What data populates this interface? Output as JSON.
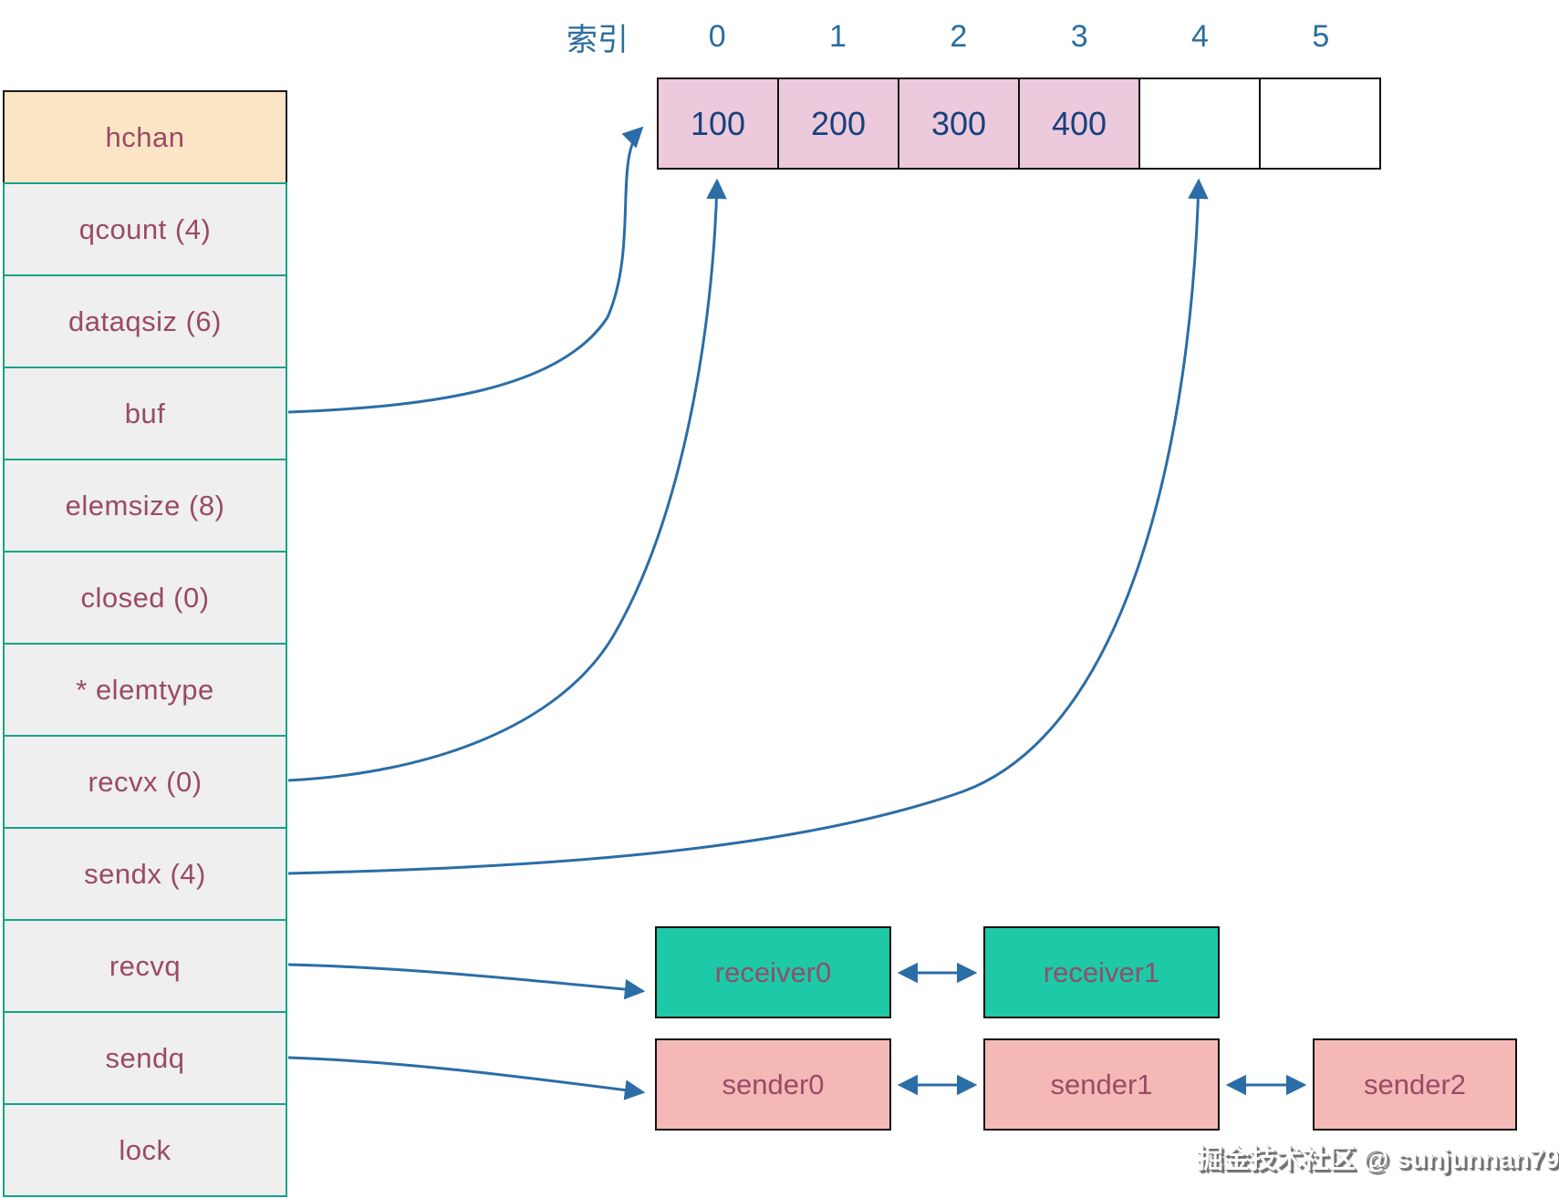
{
  "struct": {
    "title": "hchan",
    "fields": [
      "qcount (4)",
      "dataqsiz (6)",
      "buf",
      "elemsize (8)",
      "closed (0)",
      "* elemtype",
      "recvx (0)",
      "sendx (4)",
      "recvq",
      "sendq",
      "lock"
    ]
  },
  "buffer": {
    "index_label": "索引",
    "indices": [
      "0",
      "1",
      "2",
      "3",
      "4",
      "5"
    ],
    "cells": [
      "100",
      "200",
      "300",
      "400",
      "",
      ""
    ]
  },
  "recv_queue": [
    "receiver0",
    "receiver1"
  ],
  "send_queue": [
    "sender0",
    "sender1",
    "sender2"
  ],
  "watermark": "掘金技术社区 @ sunjunnan79",
  "colors": {
    "teal_border": "#14a38a",
    "struct_text": "#9a4a66",
    "hchan_bg": "#fbe5c4",
    "row_bg": "#efefef",
    "cell_pink": "#edc9dc",
    "value_navy": "#16417c",
    "index_blue": "#2a6d9e",
    "arrow_blue": "#2b6da6",
    "receiver_bg": "#1dc9a7",
    "receiver_text": "#8f4f6b",
    "sender_bg": "#f4b9b6",
    "sender_text": "#9a4a66",
    "watermark_text": "#fdfdfd",
    "watermark_shadow": "#6e6e6e"
  }
}
